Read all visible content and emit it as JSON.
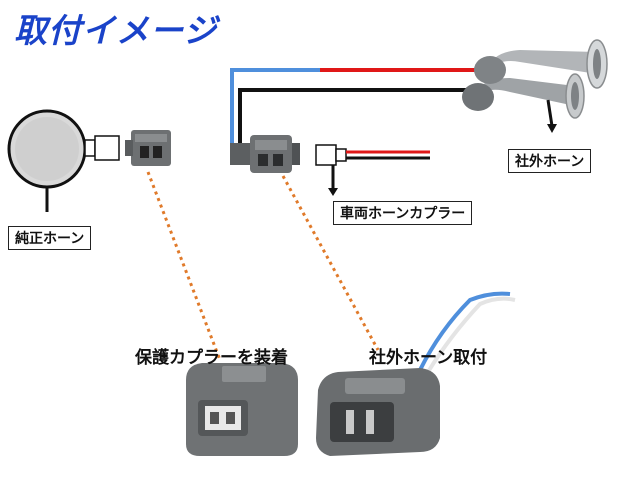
{
  "title": "取付イメージ",
  "labels": {
    "stock_horn": "純正ホーン",
    "aftermarket_horn": "社外ホーン",
    "vehicle_horn_coupler": "車両ホーンカプラー",
    "protective_coupler": "保護カプラーを装着",
    "aftermarket_horn_install": "社外ホーン取付"
  },
  "colors": {
    "title": "#1a43c9",
    "wire_red": "#e01818",
    "wire_blue": "#4f8fdc",
    "wire_black": "#111111",
    "dotted_leader": "#e07a2a",
    "connector_gray": "#6d7072"
  }
}
